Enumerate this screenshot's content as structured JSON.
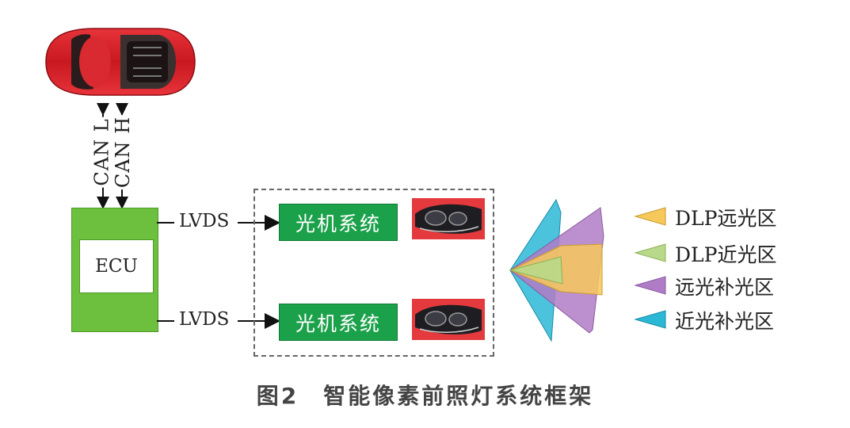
{
  "can": {
    "line1": "CAN L",
    "line2": "CAN H"
  },
  "ecu": {
    "label": "ECU"
  },
  "links": {
    "top": "LVDS",
    "bottom": "LVDS"
  },
  "optics": {
    "top": "光机系统",
    "bottom": "光机系统"
  },
  "legend": [
    {
      "label": "DLP远光区",
      "color": "#f7c85a"
    },
    {
      "label": "DLP近光区",
      "color": "#b9d98a"
    },
    {
      "label": "远光补光区",
      "color": "#b07cc6"
    },
    {
      "label": "近光补光区",
      "color": "#2bb8d6"
    }
  ],
  "caption": "图2　智能像素前照灯系统框架"
}
